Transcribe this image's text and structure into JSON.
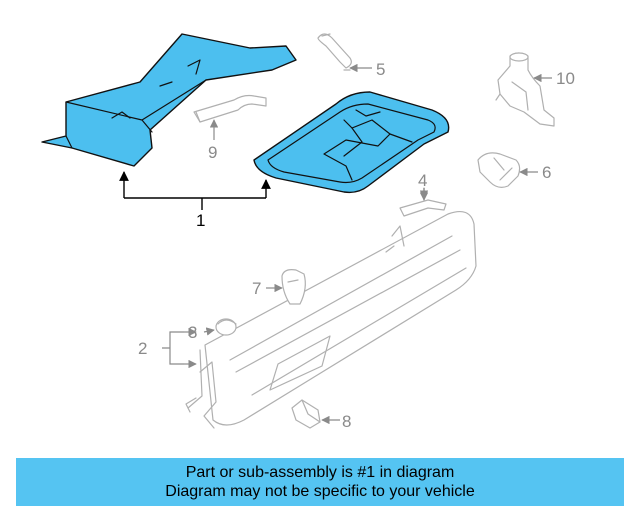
{
  "diagram": {
    "highlight_color": "#4cbfef",
    "callouts": {
      "c1": "1",
      "c2": "2",
      "c3": "3",
      "c4": "4",
      "c5": "5",
      "c6": "6",
      "c7": "7",
      "c8": "8",
      "c9": "9",
      "c10": "10"
    }
  },
  "banner": {
    "background": "#55c4f2",
    "line1": "Part or sub-assembly is #1 in diagram",
    "line2": "Diagram may not be specific to your vehicle"
  }
}
